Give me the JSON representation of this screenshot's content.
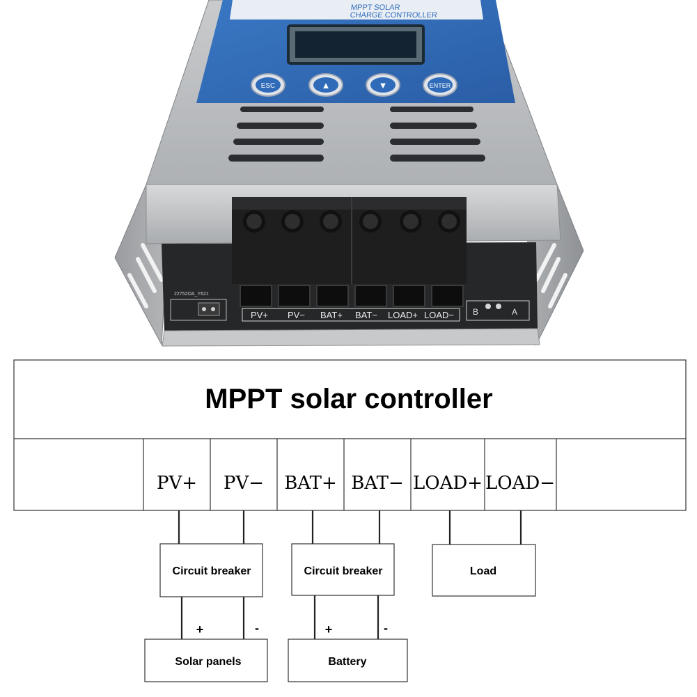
{
  "device": {
    "panel_line1": "MPPT SOLAR",
    "panel_line2": "CHARGE CONTROLLER",
    "buttons": [
      "ESC",
      "▲",
      "▼",
      "ENTER"
    ],
    "board_code": "22752OA_Y621",
    "terminal_labels": [
      "PV+",
      "PV−",
      "BAT+",
      "BAT−",
      "LOAD+",
      "LOAD−"
    ],
    "comm_labels": [
      "B",
      "A"
    ],
    "colors": {
      "panel": "#2f6bb8",
      "chassis": "#b9bbbe",
      "terminal": "#1f1f1f",
      "pcb": "#222222"
    }
  },
  "diagram": {
    "title": "MPPT solar controller",
    "terminals": [
      "PV+",
      "PV−",
      "BAT+",
      "BAT−",
      "LOAD+",
      "LOAD−"
    ],
    "components": {
      "pv_breaker": "Circuit breaker",
      "bat_breaker": "Circuit breaker",
      "load": "Load",
      "solar": "Solar panels",
      "battery": "Battery"
    },
    "polarity": {
      "plus": "+",
      "minus": "-"
    }
  }
}
